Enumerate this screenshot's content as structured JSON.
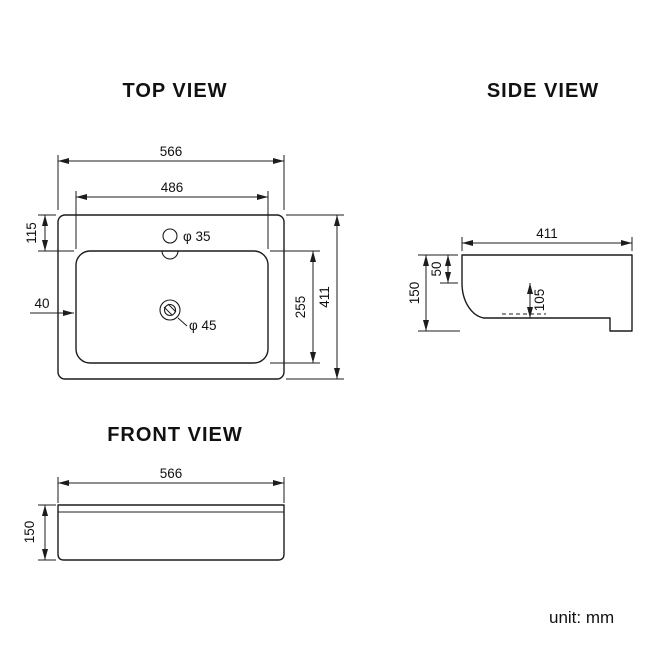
{
  "unit_note": "unit: mm",
  "views": {
    "top": {
      "title": "TOP VIEW",
      "dim_outer_width": "566",
      "dim_inner_width": "486",
      "dim_rim_top": "115",
      "dim_rim_left": "40",
      "dim_inner_height": "255",
      "dim_outer_height": "411",
      "label_faucet_hole": "φ 35",
      "label_drain_hole": "φ 45"
    },
    "side": {
      "title": "SIDE VIEW",
      "dim_depth": "411",
      "dim_rim_thickness": "50",
      "dim_total_height": "150",
      "dim_bowl_depth": "105"
    },
    "front": {
      "title": "FRONT VIEW",
      "dim_width": "566",
      "dim_height": "150"
    }
  },
  "colors": {
    "line": "#1c1c1c",
    "background": "#ffffff"
  }
}
